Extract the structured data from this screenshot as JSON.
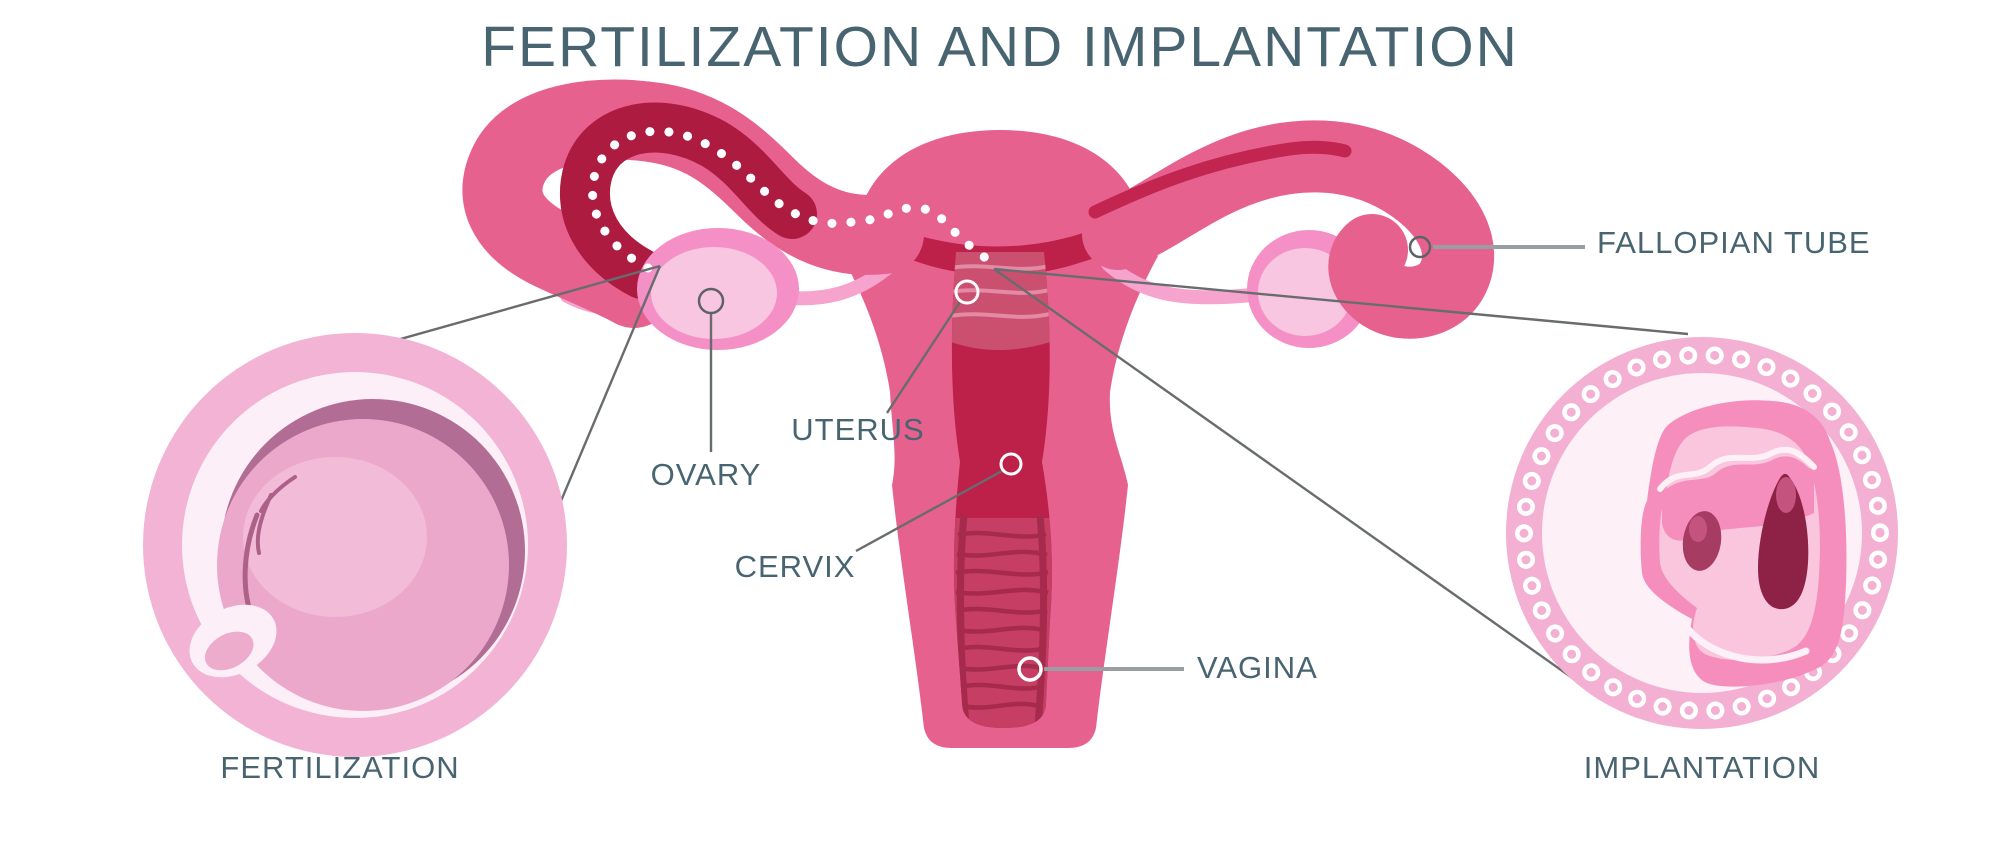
{
  "title": "FERTILIZATION AND IMPLANTATION",
  "labels": {
    "fallopian_tube": "FALLOPIAN TUBE",
    "ovary": "OVARY",
    "uterus": "UTERUS",
    "cervix": "CERVIX",
    "vagina": "VAGINA",
    "fertilization": "FERTILIZATION",
    "implantation": "IMPLANTATION"
  },
  "colors": {
    "label_text": "#486470",
    "body_pink": "#e7618f",
    "deep_red": "#ad1b40",
    "cavity_red": "#bd2048",
    "canal_mid": "#c63e64",
    "ridge_dark": "#a62a4c",
    "site_patch": "#cb506f",
    "site_stripe": "#e38ba4",
    "ligament_pink": "#f6a3ce",
    "ovary_outer": "#f590c6",
    "ovary_inner": "#f9c6e1",
    "inset_ring": "#f2b3d4",
    "inset_bg": "#fdeff7",
    "egg_main": "#eca8cb",
    "egg_shadow": "#b16d93",
    "egg_highlight": "#f2bcd8",
    "embryo_pink": "#f58ebd",
    "embryo_light": "#f9c6de",
    "embryo_dark": "#8e2246",
    "embryo_maroon": "#a63c62",
    "trail_dots": "#ffffff",
    "callout_line": "#686c6e",
    "leader_line": "#9a9ea0"
  }
}
